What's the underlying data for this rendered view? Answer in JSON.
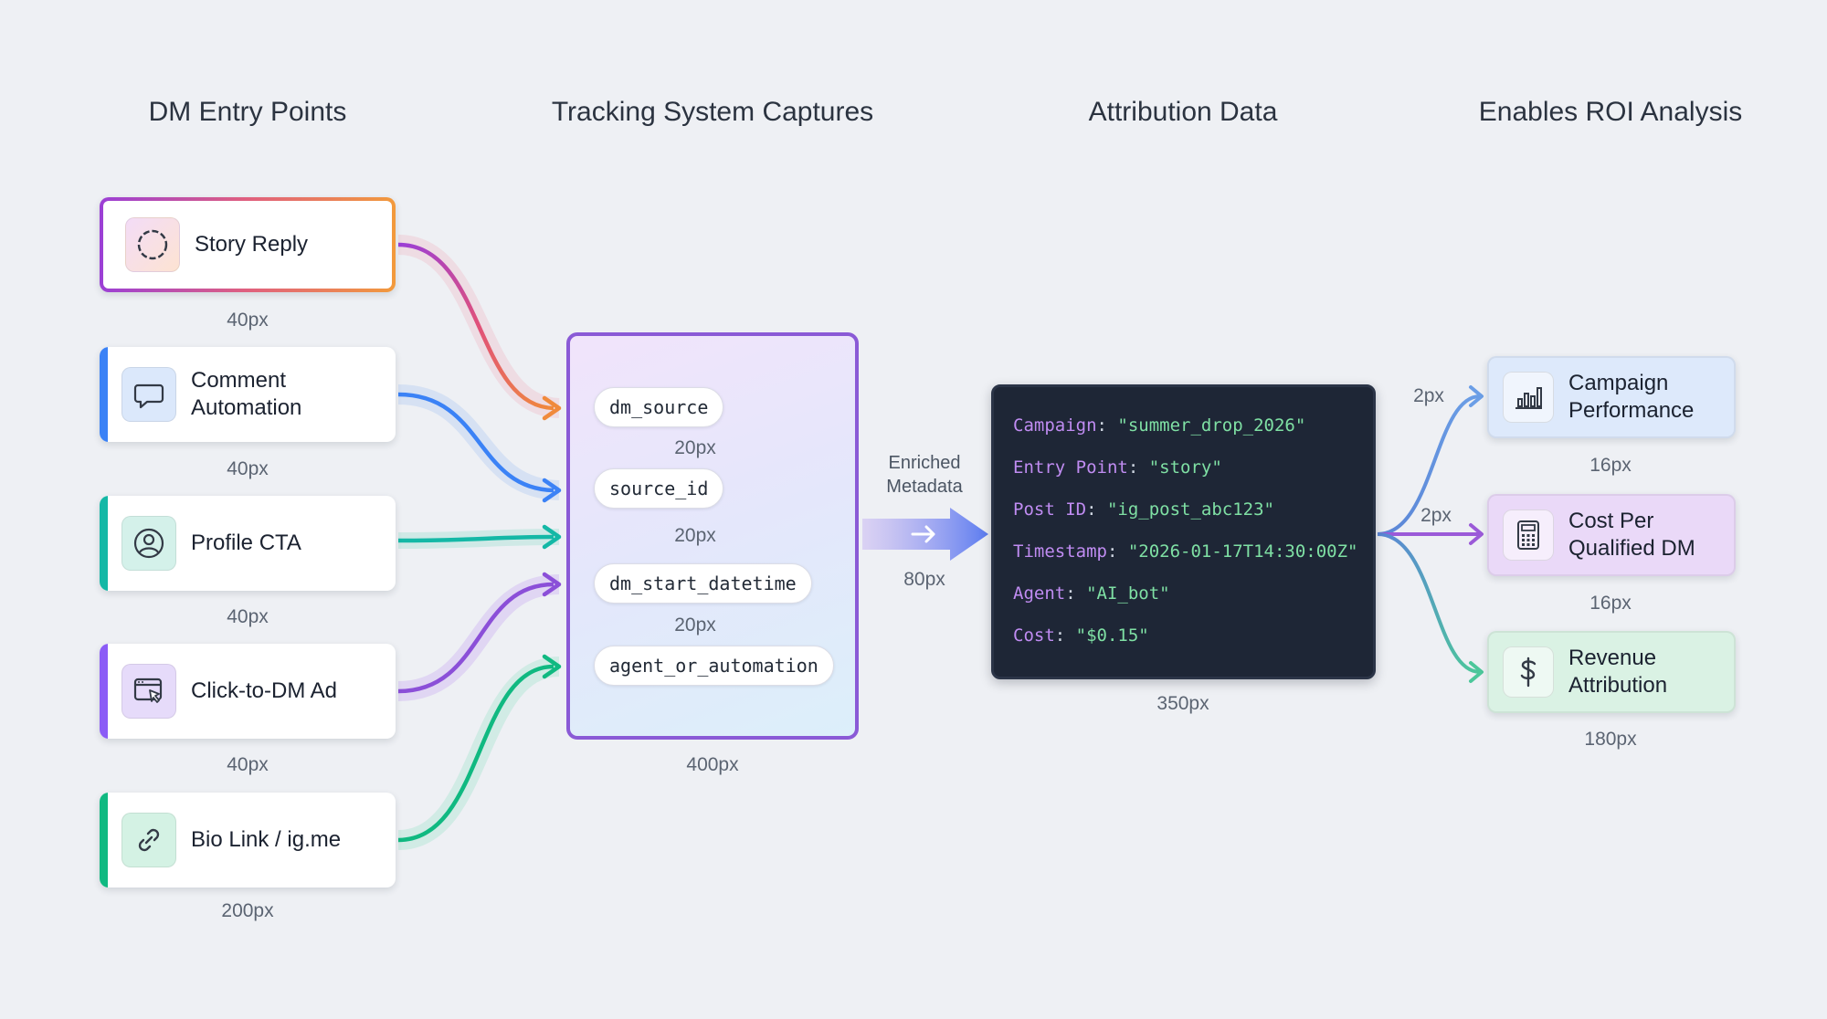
{
  "columns": {
    "entry_points": "DM Entry Points",
    "tracking": "Tracking System Captures",
    "attribution": "Attribution Data",
    "roi": "Enables ROI Analysis"
  },
  "entry_points": [
    {
      "label": "Story Reply",
      "size": "40px",
      "icon": "story-ring-icon",
      "accent": "#a855f7"
    },
    {
      "label": "Comment Automation",
      "size": "40px",
      "icon": "chat-bubble-icon",
      "accent": "#3b82f6"
    },
    {
      "label": "Profile CTA",
      "size": "40px",
      "icon": "user-circle-icon",
      "accent": "#14b8a6"
    },
    {
      "label": "Click-to-DM Ad",
      "size": "40px",
      "icon": "ad-click-icon",
      "accent": "#8b5cf6"
    },
    {
      "label": "Bio Link / ig.me",
      "size": "200px",
      "icon": "link-icon",
      "accent": "#10b981"
    }
  ],
  "tracking": {
    "fields": [
      {
        "name": "dm_source",
        "size": "20px"
      },
      {
        "name": "source_id",
        "size": "20px"
      },
      {
        "name": "dm_start_datetime",
        "size": "20px"
      },
      {
        "name": "agent_or_automation",
        "size": ""
      }
    ],
    "box_size": "400px"
  },
  "enrich": {
    "caption_line1": "Enriched",
    "caption_line2": "Metadata",
    "size": "80px"
  },
  "attribution": {
    "lines": [
      {
        "key": "Campaign",
        "value": "\"summer_drop_2026\""
      },
      {
        "key": "Entry Point",
        "value": "\"story\""
      },
      {
        "key": "Post ID",
        "value": "\"ig_post_abc123\""
      },
      {
        "key": "Timestamp",
        "value": "\"2026-01-17T14:30:00Z\""
      },
      {
        "key": "Agent",
        "value": "\"AI_bot\""
      },
      {
        "key": "Cost",
        "value": "\"$0.15\""
      }
    ],
    "box_size": "350px"
  },
  "branch_labels": [
    "2px",
    "2px"
  ],
  "roi": [
    {
      "line1": "Campaign",
      "line2": "Performance",
      "size": "16px",
      "icon": "bar-chart-icon",
      "bg": "#dde9fb"
    },
    {
      "line1": "Cost Per",
      "line2": "Qualified DM",
      "size": "16px",
      "icon": "calculator-icon",
      "bg": "#ead9f8"
    },
    {
      "line1": "Revenue",
      "line2": "Attribution",
      "size": "180px",
      "icon": "dollar-icon",
      "bg": "#daf2e4"
    }
  ]
}
